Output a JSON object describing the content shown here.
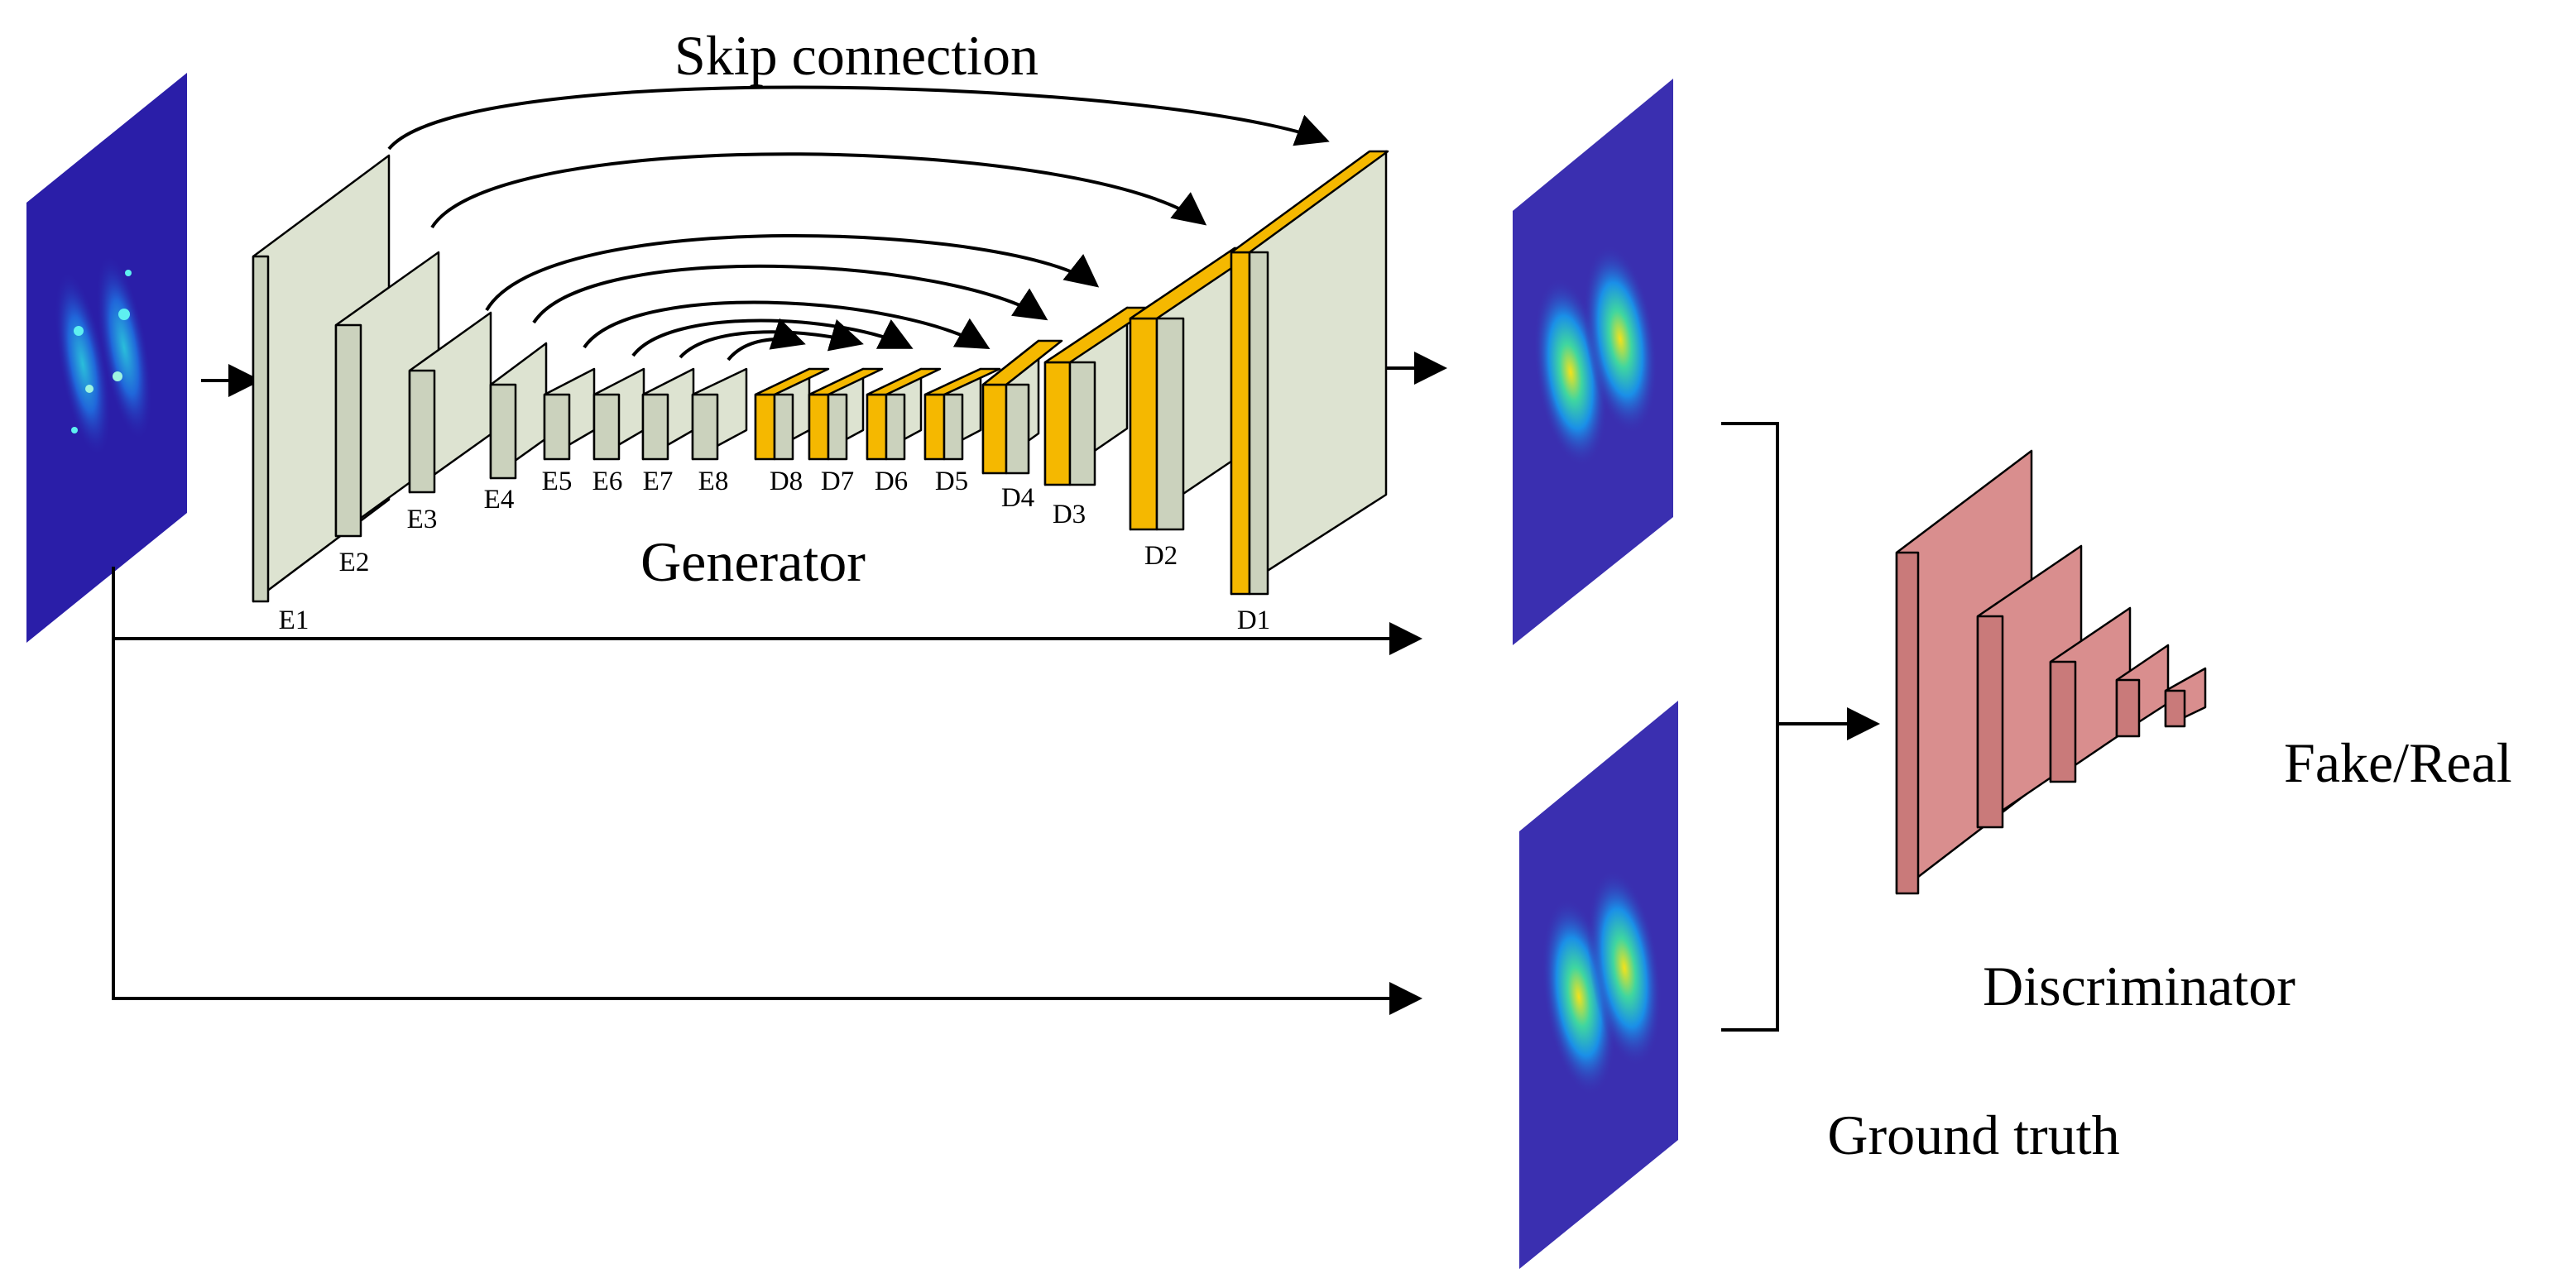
{
  "labels": {
    "skip_connection": "Skip connection",
    "generator": "Generator",
    "discriminator": "Discriminator",
    "fake_real": "Fake/Real",
    "ground_truth": "Ground truth"
  },
  "encoder_labels": [
    "E1",
    "E2",
    "E3",
    "E4",
    "E5",
    "E6",
    "E7",
    "E8"
  ],
  "decoder_labels": [
    "D8",
    "D7",
    "D6",
    "D5",
    "D4",
    "D3",
    "D2",
    "D1"
  ],
  "colors": {
    "encoder_block": "#dde3d1",
    "decoder_stripe": "#f5b800",
    "discriminator_block": "#d98e8e",
    "image_background": "#3a2fb0"
  }
}
